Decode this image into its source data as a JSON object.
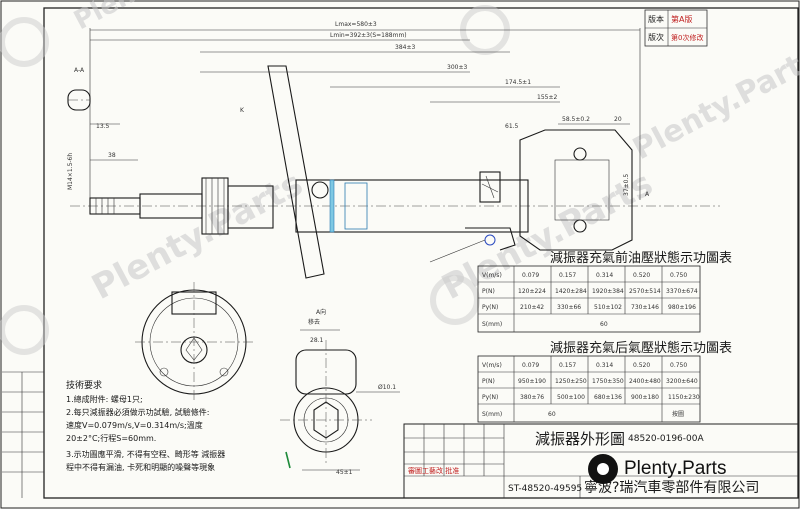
{
  "title_block": {
    "version_label": "版本",
    "version_value": "第A版",
    "revision_label": "版次",
    "revision_value": "第0次修改",
    "part_name": "減振器外形圖",
    "drawing_no": "48520-0196-00A",
    "part_no": "ST-48520-49595",
    "company": "寧波?瑞汽車零部件有限公司",
    "stamp": "審圖工藝改 批准"
  },
  "dimensions": {
    "lmax": "Lmax=580±3",
    "lmin": "Lmin=392±3(S=188mm)",
    "d384": "384±3",
    "d300": "300±3",
    "d174": "174.5±1",
    "d155": "155±2",
    "d58": "58.5±0.2",
    "d20": "20",
    "d38": "38",
    "d13": "13.5",
    "d61": "61.5",
    "thread": "M14×1.5-6h",
    "d37": "37±0.5",
    "d28": "28.1",
    "d101": "Ø10.1",
    "d455": "45±1",
    "section_a": "A-A",
    "view_a": "A向",
    "view_note": "移去",
    "label_k": "K",
    "label_a": "A"
  },
  "table_before": {
    "title": "減振器充氣前油壓狀態示功圖表",
    "headers": [
      "V(m/s)",
      "0.079",
      "0.157",
      "0.314",
      "0.520",
      "0.750"
    ],
    "rows": [
      [
        "P(N)",
        "120±224",
        "1420±284",
        "1920±384",
        "2570±514",
        "3370±674"
      ],
      [
        "Py(N)",
        "210±42",
        "330±66",
        "510±102",
        "730±146",
        "980±196"
      ],
      [
        "S(mm)",
        "60"
      ]
    ]
  },
  "table_after": {
    "title": "減振器充氣后氣壓狀態示功圖表",
    "headers": [
      "V(m/s)",
      "0.079",
      "0.157",
      "0.314",
      "0.520",
      "0.750"
    ],
    "rows": [
      [
        "P(N)",
        "950±190",
        "1250±250",
        "1750±350",
        "2400±480",
        "3200±640"
      ],
      [
        "Py(N)",
        "380±76",
        "500±100",
        "680±136",
        "900±180",
        "1150±230"
      ],
      [
        "S(mm)",
        "60",
        "",
        "",
        "",
        "按圖"
      ]
    ]
  },
  "notes": {
    "heading": "技術要求",
    "lines": [
      "1.總成附件: 螺母1只;",
      "2.每只減振器必須做示功試驗, 試驗條件:",
      "  速度V=0.079m/s,V=0.314m/s;溫度",
      "  20±2°C;行程S=60mm.",
      "3.示功圖應平滑,  不得有空程、畸形等  減振器",
      "  程中不得有漏油, 卡死和明顯的噪聲等現象"
    ]
  },
  "watermark": {
    "text": "Plenty.Parts"
  },
  "brand": {
    "name": "Plenty",
    "suffix": "Parts"
  }
}
